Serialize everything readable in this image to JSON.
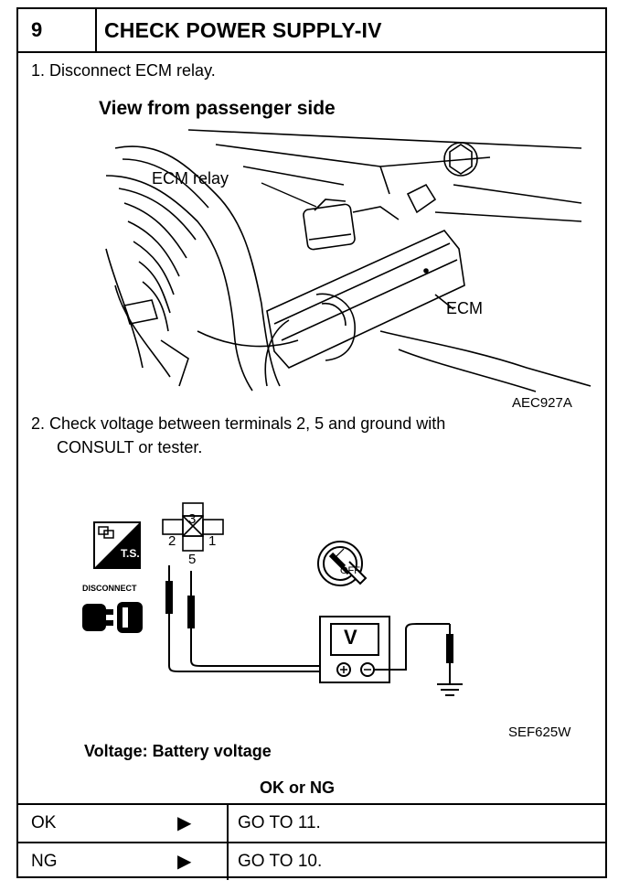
{
  "header": {
    "number": "9",
    "title": "CHECK POWER SUPPLY-IV"
  },
  "steps": [
    {
      "text": "1.  Disconnect ECM relay."
    },
    {
      "line1": "2.  Check voltage between terminals 2, 5 and ground with",
      "line2": "CONSULT or tester."
    }
  ],
  "figure1": {
    "heading": "View from passenger side",
    "label_relay": "ECM relay",
    "label_ecm": "ECM",
    "code": "AEC927A"
  },
  "figure2": {
    "terminals": [
      "3",
      "2",
      "1",
      "5"
    ],
    "ts_label": "T.S.",
    "disconnect_label": "DISCONNECT",
    "ignition_label": "OFF",
    "meter_label": "V",
    "code": "SEF625W"
  },
  "spec": "Voltage: Battery voltage",
  "decision": {
    "heading": "OK or NG",
    "rows": [
      {
        "result": "OK",
        "arrow": "▶",
        "action": "GO TO 11."
      },
      {
        "result": "NG",
        "arrow": "▶",
        "action": "GO TO 10."
      }
    ]
  }
}
